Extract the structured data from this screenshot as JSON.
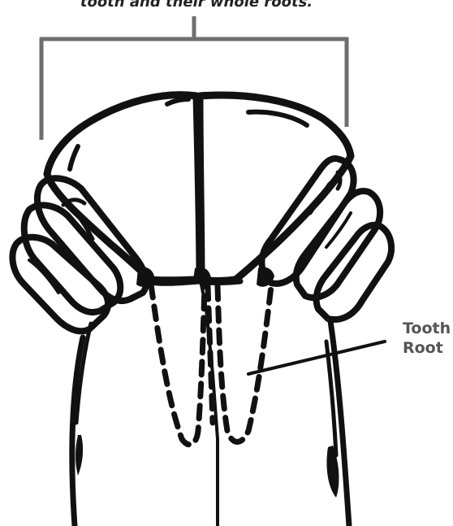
{
  "diagram": {
    "top_caption": "tooth and their whole roots.",
    "root_label_line1": "Tooth",
    "root_label_line2": "Root",
    "colors": {
      "ink": "#111111",
      "bracket": "#6e6e6e",
      "label": "#555555",
      "background": "#ffffff"
    }
  }
}
